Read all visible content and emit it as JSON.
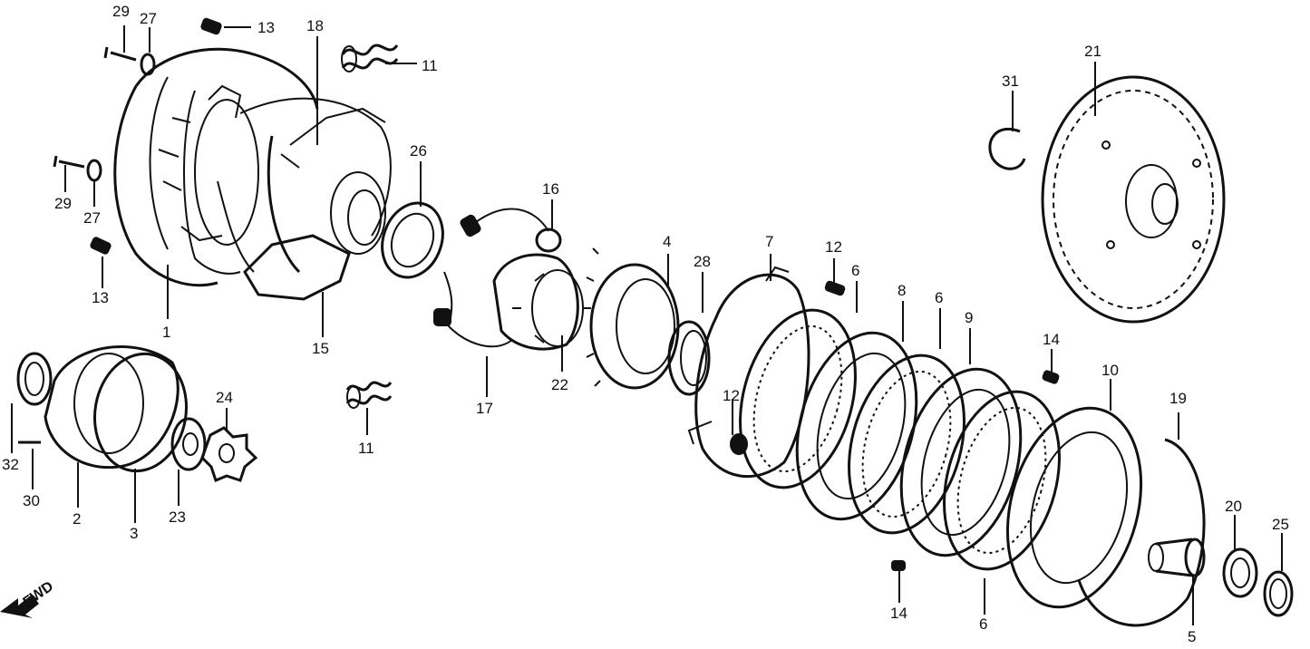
{
  "diagram": {
    "fwd_label": "FWD",
    "callouts": [
      {
        "id": "c29a",
        "text": "29"
      },
      {
        "id": "c27a",
        "text": "27"
      },
      {
        "id": "c13a",
        "text": "13"
      },
      {
        "id": "c18",
        "text": "18"
      },
      {
        "id": "c11a",
        "text": "11"
      },
      {
        "id": "c21",
        "text": "21"
      },
      {
        "id": "c31",
        "text": "31"
      },
      {
        "id": "c26",
        "text": "26"
      },
      {
        "id": "c29b",
        "text": "29"
      },
      {
        "id": "c27b",
        "text": "27"
      },
      {
        "id": "c16",
        "text": "16"
      },
      {
        "id": "c13b",
        "text": "13"
      },
      {
        "id": "c1",
        "text": "1"
      },
      {
        "id": "c15",
        "text": "15"
      },
      {
        "id": "c4",
        "text": "4"
      },
      {
        "id": "c7",
        "text": "7"
      },
      {
        "id": "c12a",
        "text": "12"
      },
      {
        "id": "c28",
        "text": "28"
      },
      {
        "id": "c6a",
        "text": "6"
      },
      {
        "id": "c8",
        "text": "8"
      },
      {
        "id": "c6b",
        "text": "6"
      },
      {
        "id": "c9",
        "text": "9"
      },
      {
        "id": "c14a",
        "text": "14"
      },
      {
        "id": "c10",
        "text": "10"
      },
      {
        "id": "c19",
        "text": "19"
      },
      {
        "id": "c22",
        "text": "22"
      },
      {
        "id": "c17",
        "text": "17"
      },
      {
        "id": "c12b",
        "text": "12"
      },
      {
        "id": "c24",
        "text": "24"
      },
      {
        "id": "c11b",
        "text": "11"
      },
      {
        "id": "c32",
        "text": "32"
      },
      {
        "id": "c30",
        "text": "30"
      },
      {
        "id": "c2",
        "text": "2"
      },
      {
        "id": "c3",
        "text": "3"
      },
      {
        "id": "c23",
        "text": "23"
      },
      {
        "id": "c20",
        "text": "20"
      },
      {
        "id": "c25",
        "text": "25"
      },
      {
        "id": "c14b",
        "text": "14"
      },
      {
        "id": "c6c",
        "text": "6"
      },
      {
        "id": "c5",
        "text": "5"
      }
    ]
  }
}
